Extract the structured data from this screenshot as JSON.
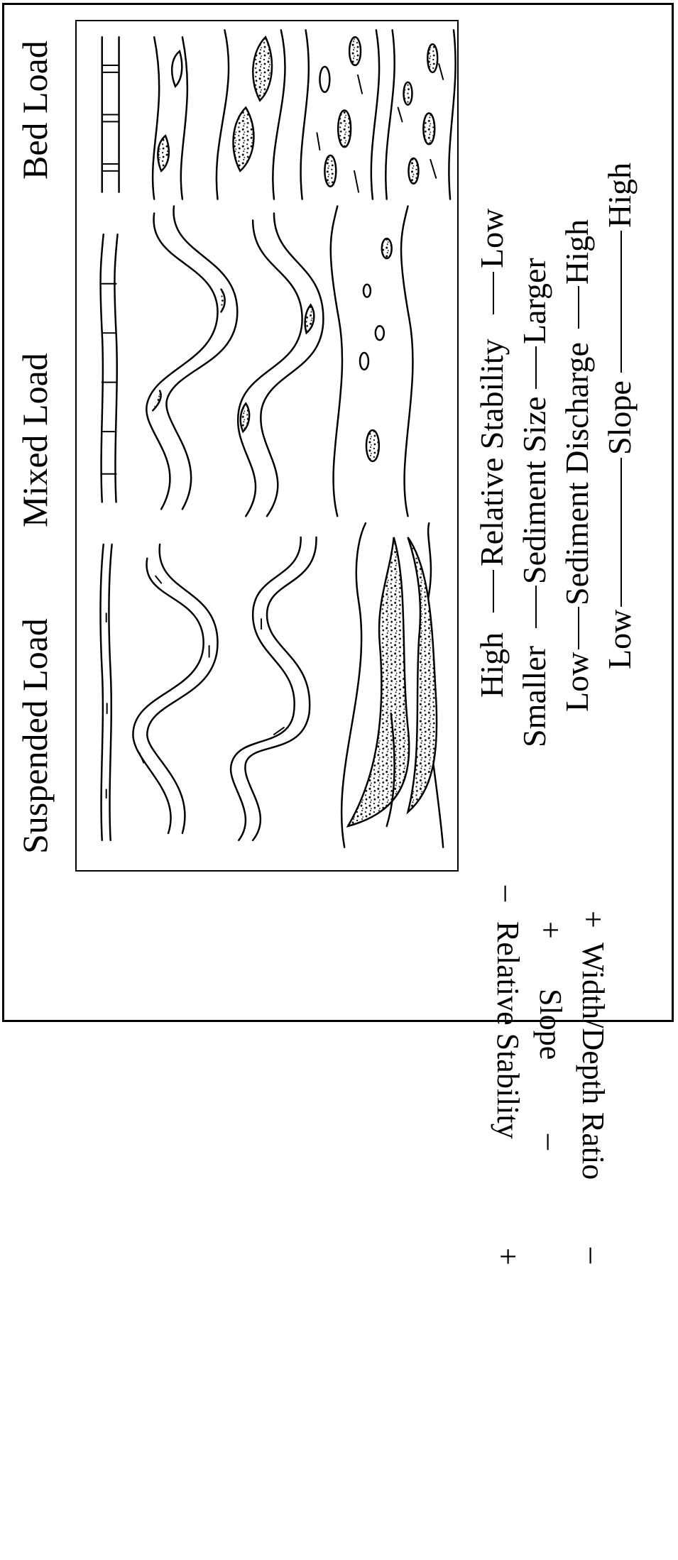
{
  "headers": {
    "suspended": "Suspended Load",
    "mixed": "Mixed Load",
    "bed": "Bed Load"
  },
  "scales": [
    {
      "left": "High",
      "label": "Relative Stability",
      "right": "Low"
    },
    {
      "left": "Smaller",
      "label": "Sediment Size",
      "right": "Larger"
    },
    {
      "left": "Low",
      "label": "Sediment Discharge",
      "right": "High"
    },
    {
      "left": "Low",
      "label": "Slope",
      "right": "High"
    }
  ],
  "axis_rows": [
    {
      "plus_side": "+",
      "label": "Width/Depth Ratio",
      "minus_side": "–"
    },
    {
      "plus_side": "+",
      "label": "Slope",
      "minus_side": "–"
    },
    {
      "plus_side": "–",
      "label": "Relative Stability",
      "minus_side": "+"
    }
  ]
}
